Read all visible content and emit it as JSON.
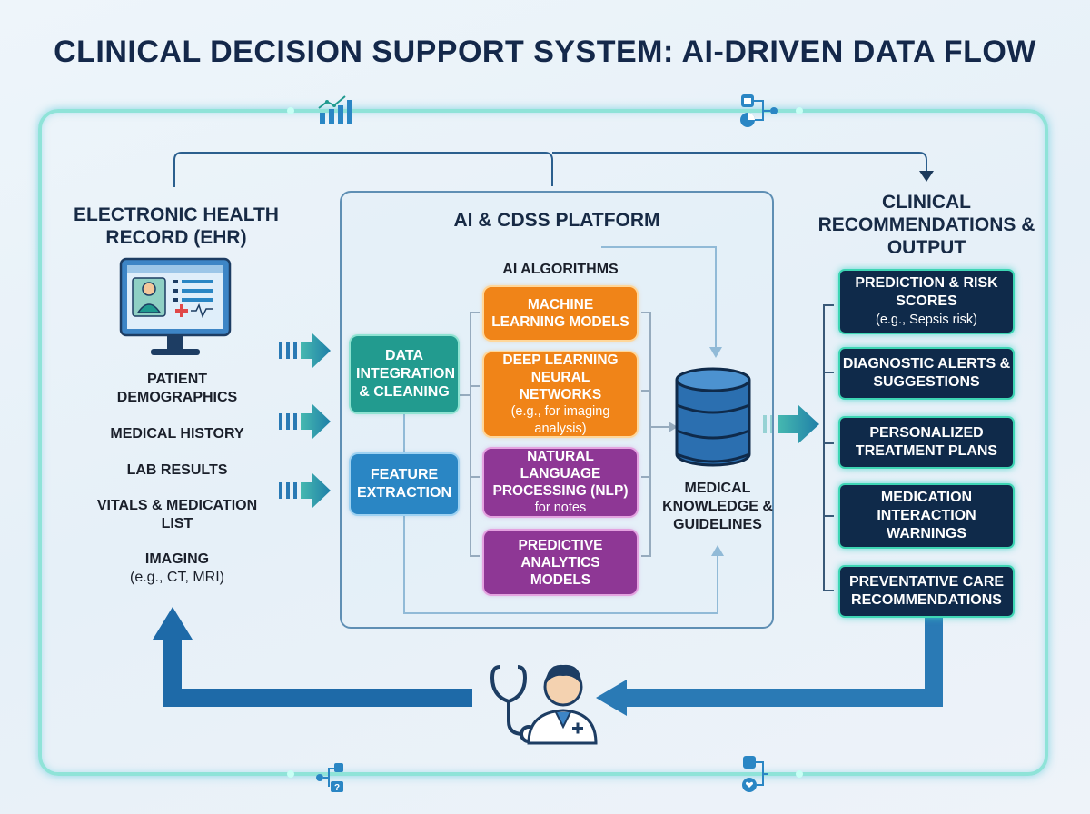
{
  "title": "CLINICAL DECISION SUPPORT SYSTEM: AI-DRIVEN DATA FLOW",
  "ehr": {
    "heading": "ELECTRONIC HEALTH RECORD (EHR)",
    "items": [
      {
        "label": "PATIENT DEMOGRAPHICS",
        "sub": ""
      },
      {
        "label": "MEDICAL HISTORY",
        "sub": ""
      },
      {
        "label": "LAB RESULTS",
        "sub": ""
      },
      {
        "label": "VITALS & MEDICATION LIST",
        "sub": ""
      },
      {
        "label": "IMAGING",
        "sub": "(e.g., CT, MRI)"
      }
    ]
  },
  "platform": {
    "heading": "AI & CDSS PLATFORM",
    "data_integration": "DATA INTEGRATION & CLEANING",
    "feature_extraction": "FEATURE EXTRACTION",
    "algorithms_heading": "AI ALGORITHMS",
    "algorithms": [
      {
        "title": "MACHINE LEARNING MODELS",
        "note": ""
      },
      {
        "title": "DEEP LEARNING NEURAL NETWORKS",
        "note": "(e.g., for imaging analysis)"
      },
      {
        "title": "NATURAL LANGUAGE PROCESSING (NLP)",
        "note": "for notes"
      },
      {
        "title": "PREDICTIVE ANALYTICS MODELS",
        "note": ""
      }
    ],
    "knowledge": "MEDICAL KNOWLEDGE & GUIDELINES"
  },
  "output": {
    "heading": "CLINICAL RECOMMENDATIONS & OUTPUT",
    "items": [
      {
        "title": "PREDICTION & RISK SCORES",
        "note": "(e.g., Sepsis risk)"
      },
      {
        "title": "DIAGNOSTIC ALERTS & SUGGESTIONS",
        "note": ""
      },
      {
        "title": "PERSONALIZED TREATMENT PLANS",
        "note": ""
      },
      {
        "title": "MEDICATION INTERACTION WARNINGS",
        "note": ""
      },
      {
        "title": "PREVENTATIVE CARE RECOMMENDATIONS",
        "note": ""
      }
    ]
  },
  "icons": [
    "chart-icon",
    "workflow-icon",
    "monitor-icon",
    "database-icon",
    "doctor-icon",
    "question-node-icon",
    "heart-node-icon"
  ],
  "colors": {
    "title": "#14284a",
    "teal": "#1f9a8f",
    "blue": "#2a86c4",
    "orange": "#f08418",
    "purple": "#8e3795",
    "output_box": "#0f2a4a",
    "glow": "#3ed6b4",
    "arrow": "#2a7ab5"
  }
}
